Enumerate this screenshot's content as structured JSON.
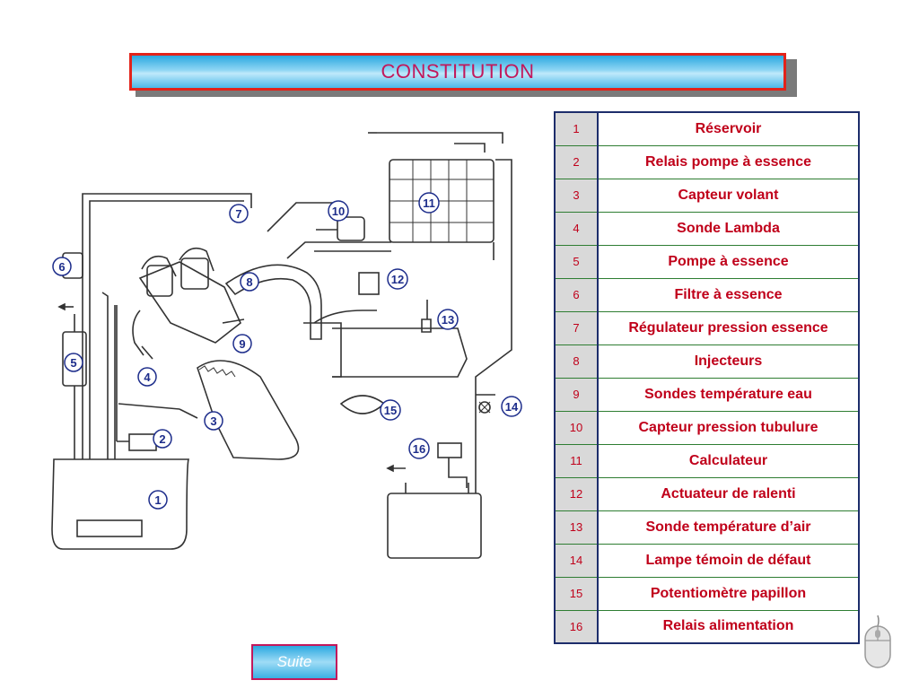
{
  "title": "CONSTITUTION",
  "components": [
    {
      "num": "1",
      "label": "Réservoir"
    },
    {
      "num": "2",
      "label": "Relais pompe à essence"
    },
    {
      "num": "3",
      "label": "Capteur volant"
    },
    {
      "num": "4",
      "label": "Sonde Lambda"
    },
    {
      "num": "5",
      "label": "Pompe à essence"
    },
    {
      "num": "6",
      "label": "Filtre à essence"
    },
    {
      "num": "7",
      "label": "Régulateur pression essence"
    },
    {
      "num": "8",
      "label": "Injecteurs"
    },
    {
      "num": "9",
      "label": "Sondes température eau"
    },
    {
      "num": "10",
      "label": "Capteur pression tubulure"
    },
    {
      "num": "11",
      "label": "Calculateur"
    },
    {
      "num": "12",
      "label": "Actuateur de ralenti"
    },
    {
      "num": "13",
      "label": "Sonde température d’air"
    },
    {
      "num": "14",
      "label": "Lampe témoin de défaut"
    },
    {
      "num": "15",
      "label": "Potentiomètre papillon"
    },
    {
      "num": "16",
      "label": "Relais alimentation"
    }
  ],
  "nav": {
    "next_label": "Suite"
  },
  "colors": {
    "title_text": "#c2185b",
    "title_border": "#e2231a",
    "legend_text": "#c0001a",
    "callout_text": "#1d2d8b"
  },
  "icons": [
    "mouse-icon",
    "arrow-left-icon"
  ]
}
